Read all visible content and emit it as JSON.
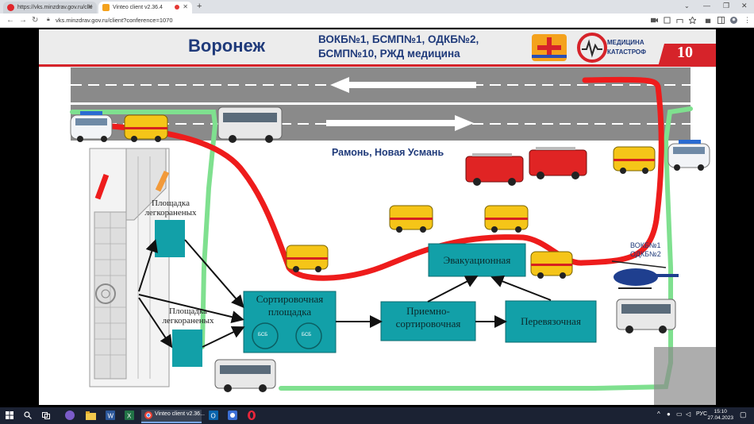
{
  "browser": {
    "tabs": [
      {
        "title": "https://vks.minzdrav.gov.ru/clie",
        "active": false
      },
      {
        "title": "Vinteo client v2.36.4",
        "active": true
      }
    ],
    "new_tab_symbol": "+",
    "url": "vks.minzdrav.gov.ru/client?conference=1070",
    "window_controls": [
      "minimize-icon",
      "restore-icon",
      "close-icon"
    ]
  },
  "slide": {
    "city": "Воронеж",
    "header_line1": "ВОКБ№1,  БСМП№1, ОДКБ№2,",
    "header_line2": "БСМП№10, РЖД медицина",
    "logo_text_line1": "МЕДИЦИНА",
    "logo_text_line2": "КАТАСТРОФ",
    "page_number": "10",
    "location_label": "Рамонь, Новая Усмань",
    "helicopter_label_line1": "ВОКБ№1",
    "helicopter_label_line2": "ОДКБ№2",
    "light_wounded_label_line1": "Площадка",
    "light_wounded_label_line2": "легкораненых",
    "light_wounded2_label_line1": "Площадка",
    "light_wounded2_label_line2": "легкораненых",
    "sorting_line1": "Сортировочная",
    "sorting_line2": "площадка",
    "bsb_label": "БСБ",
    "reception_line1": "Приемно-",
    "reception_line2": "сортировочная",
    "dressing_label": "Перевязочная",
    "evacuation_label": "Эвакуационная",
    "colors": {
      "red_route": "#ee1c1c",
      "green_route": "#7fe08f",
      "teal_box": "#12a0a8",
      "header_red": "#d6232a"
    }
  },
  "taskbar": {
    "chrome_label": "Vinteo client v2.36...",
    "lang": "РУС",
    "time": "15:10",
    "date": "27.04.2023",
    "icons": [
      "windows-start-icon",
      "search-icon",
      "task-view-icon",
      "viber-icon",
      "file-explorer-icon",
      "word-icon",
      "excel-icon",
      "chrome-icon",
      "outlook-icon",
      "app-icon",
      "opera-icon"
    ]
  }
}
